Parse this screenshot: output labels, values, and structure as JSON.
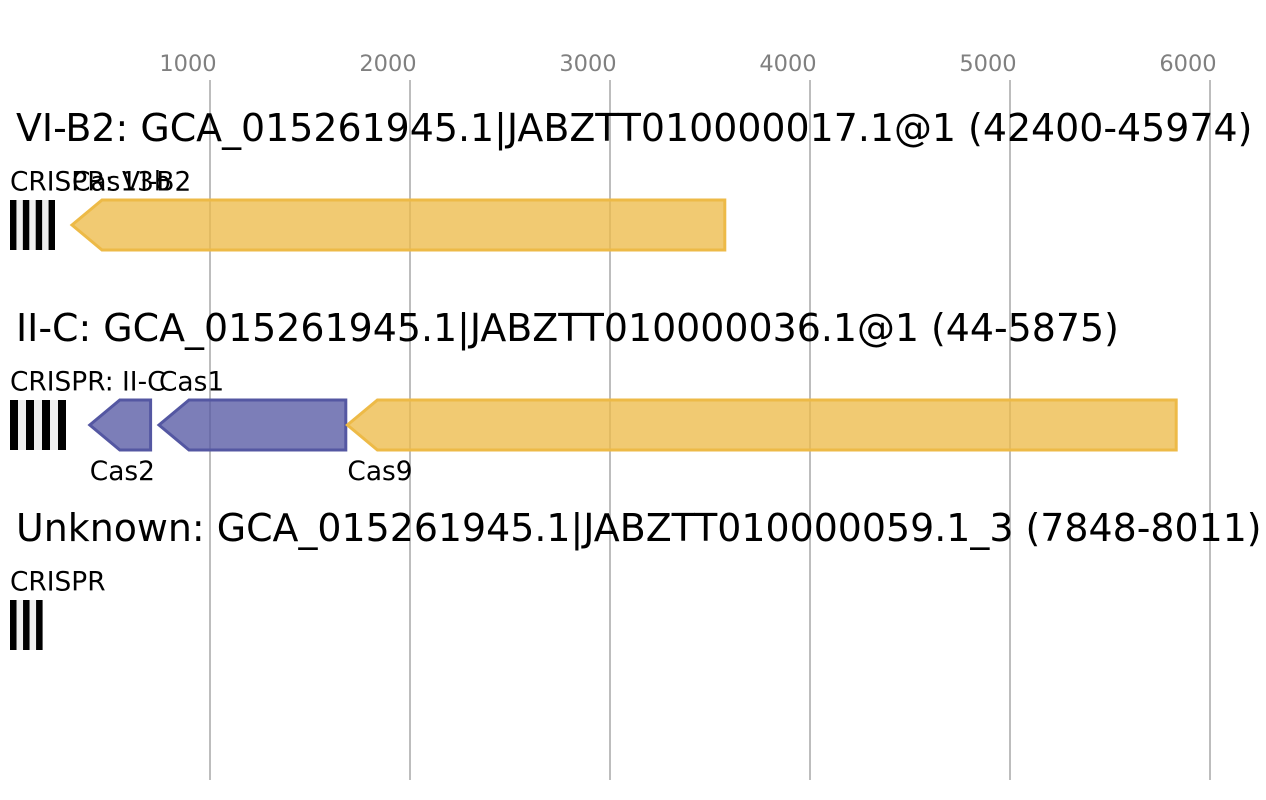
{
  "axis": {
    "ticks": [
      {
        "value": 1000,
        "label": "1000"
      },
      {
        "value": 2000,
        "label": "2000"
      },
      {
        "value": 3000,
        "label": "3000"
      },
      {
        "value": 4000,
        "label": "4000"
      },
      {
        "value": 5000,
        "label": "5000"
      },
      {
        "value": 6000,
        "label": "6000"
      }
    ]
  },
  "colors": {
    "effector": "#EDBA47",
    "adaptation": "#5457A2",
    "crispr_repeat": "#000000",
    "crispr_spacer": "#EFEFEF",
    "grid_line": "#BDBDBD",
    "tick_label": "#808080",
    "text": "#000000"
  },
  "systems": [
    {
      "title": "VI-B2: GCA_015261945.1|JABZTT010000017.1@1 (42400-45974)",
      "subtype": "VI-B2",
      "locus": "GCA_015261945.1|JABZTT010000017.1@1",
      "start": 42400,
      "end": 45974,
      "features": [
        {
          "kind": "crispr",
          "label": "CRISPR: VI-B2",
          "rel_start": 0,
          "rel_end": 225,
          "repeats": 4,
          "label_position": "above"
        },
        {
          "kind": "gene",
          "label": "Cas13b",
          "rel_start": 310,
          "rel_end": 3574,
          "strand": "-",
          "color_key": "effector",
          "label_position": "above"
        }
      ]
    },
    {
      "title": "II-C: GCA_015261945.1|JABZTT010000036.1@1 (44-5875)",
      "subtype": "II-C",
      "locus": "GCA_015261945.1|JABZTT010000036.1@1",
      "start": 44,
      "end": 5875,
      "features": [
        {
          "kind": "crispr",
          "label": "CRISPR: II-C",
          "rel_start": 0,
          "rel_end": 280,
          "repeats": 4,
          "label_position": "above"
        },
        {
          "kind": "gene",
          "label": "Cas2",
          "rel_start": 399,
          "rel_end": 703,
          "strand": "-",
          "color_key": "adaptation",
          "label_position": "below"
        },
        {
          "kind": "gene",
          "label": "Cas1",
          "rel_start": 745,
          "rel_end": 1679,
          "strand": "-",
          "color_key": "adaptation",
          "label_position": "above"
        },
        {
          "kind": "gene",
          "label": "Cas9",
          "rel_start": 1687,
          "rel_end": 5831,
          "strand": "-",
          "color_key": "effector",
          "label_position": "below"
        }
      ]
    },
    {
      "title": "Unknown: GCA_015261945.1|JABZTT010000059.1_3 (7848-8011)",
      "subtype": "Unknown",
      "locus": "GCA_015261945.1|JABZTT010000059.1_3",
      "start": 7848,
      "end": 8011,
      "features": [
        {
          "kind": "crispr",
          "label": "CRISPR",
          "rel_start": 0,
          "rel_end": 163,
          "repeats": 3,
          "label_position": "above"
        }
      ]
    }
  ]
}
